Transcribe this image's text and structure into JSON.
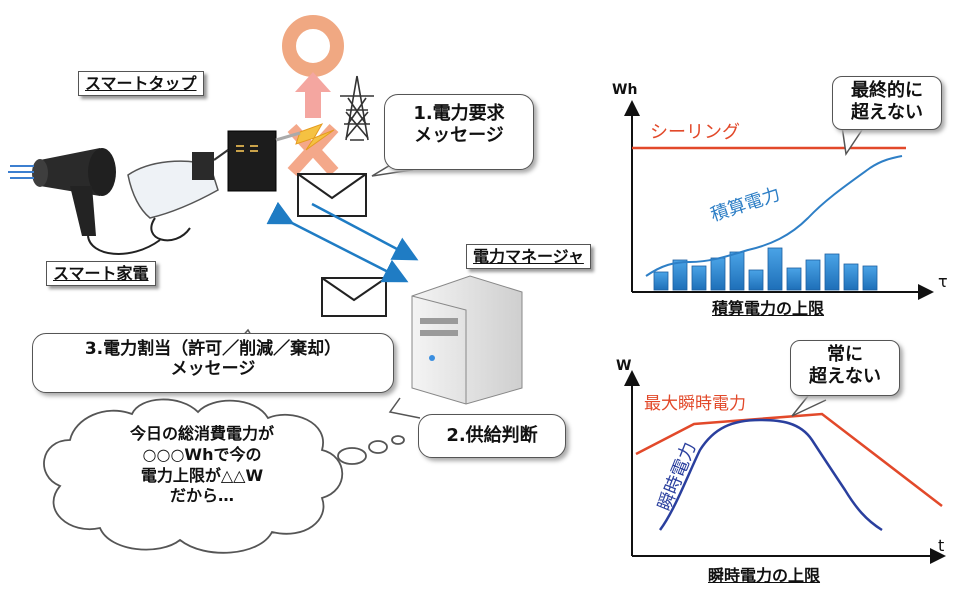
{
  "labels": {
    "smart_tap": "スマートタップ",
    "smart_appliance": "スマート家電",
    "power_manager": "電力マネージャ",
    "msg1_line1": "1.電力要求",
    "msg1_line2": "メッセージ",
    "msg3_line1": "3.電力割当（許可／削減／棄却）",
    "msg3_line2": "メッセージ",
    "judge": "2.供給判断",
    "thought_line1": "今日の総消費電力が",
    "thought_line2": "○○○Whで今の",
    "thought_line3": "電力上限が△△W",
    "thought_line4": "だから…"
  },
  "chart_top": {
    "y_unit": "Wh",
    "x_unit": "τ",
    "ceiling_label": "シーリング",
    "cumulative_label": "積算電力",
    "callout_line1": "最終的に",
    "callout_line2": "超えない",
    "caption": "積算電力の上限"
  },
  "chart_bottom": {
    "y_unit": "W",
    "x_unit": "t",
    "max_label": "最大瞬時電力",
    "inst_label": "瞬時電力",
    "callout_line1": "常に",
    "callout_line2": "超えない",
    "caption": "瞬時電力の上限"
  },
  "colors": {
    "ceiling": "#e2492a",
    "series": "#2e7fc6",
    "bars": "#2e82d0",
    "instantaneous": "#2a3f9e",
    "arrow": "#1f7cc4"
  },
  "icons": [
    "hair-dryer-icon",
    "hand-plug-icon",
    "smart-tap-icon",
    "power-tower-icon",
    "server-icon",
    "envelope-icon",
    "lightning-icon"
  ]
}
